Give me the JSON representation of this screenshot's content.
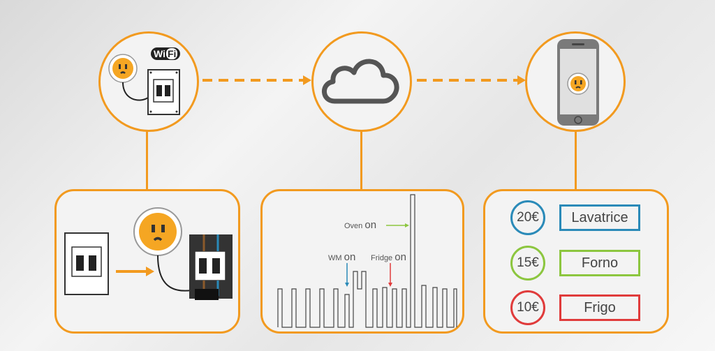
{
  "colors": {
    "accent": "#f29a1f",
    "blue": "#2a8ab8",
    "green": "#8cc63f",
    "red": "#e03b3b"
  },
  "wifi_badge": {
    "wi": "Wi",
    "fi": "Fi"
  },
  "annotations": {
    "oven": {
      "name": "Oven",
      "state": "on"
    },
    "wm": {
      "name": "WM",
      "state": "on"
    },
    "fridge": {
      "name": "Fridge",
      "state": "on"
    }
  },
  "appliances": [
    {
      "price": "20€",
      "name": "Lavatrice",
      "color": "#2a8ab8"
    },
    {
      "price": "15€",
      "name": "Forno",
      "color": "#8cc63f"
    },
    {
      "price": "10€",
      "name": "Frigo",
      "color": "#e03b3b"
    }
  ]
}
